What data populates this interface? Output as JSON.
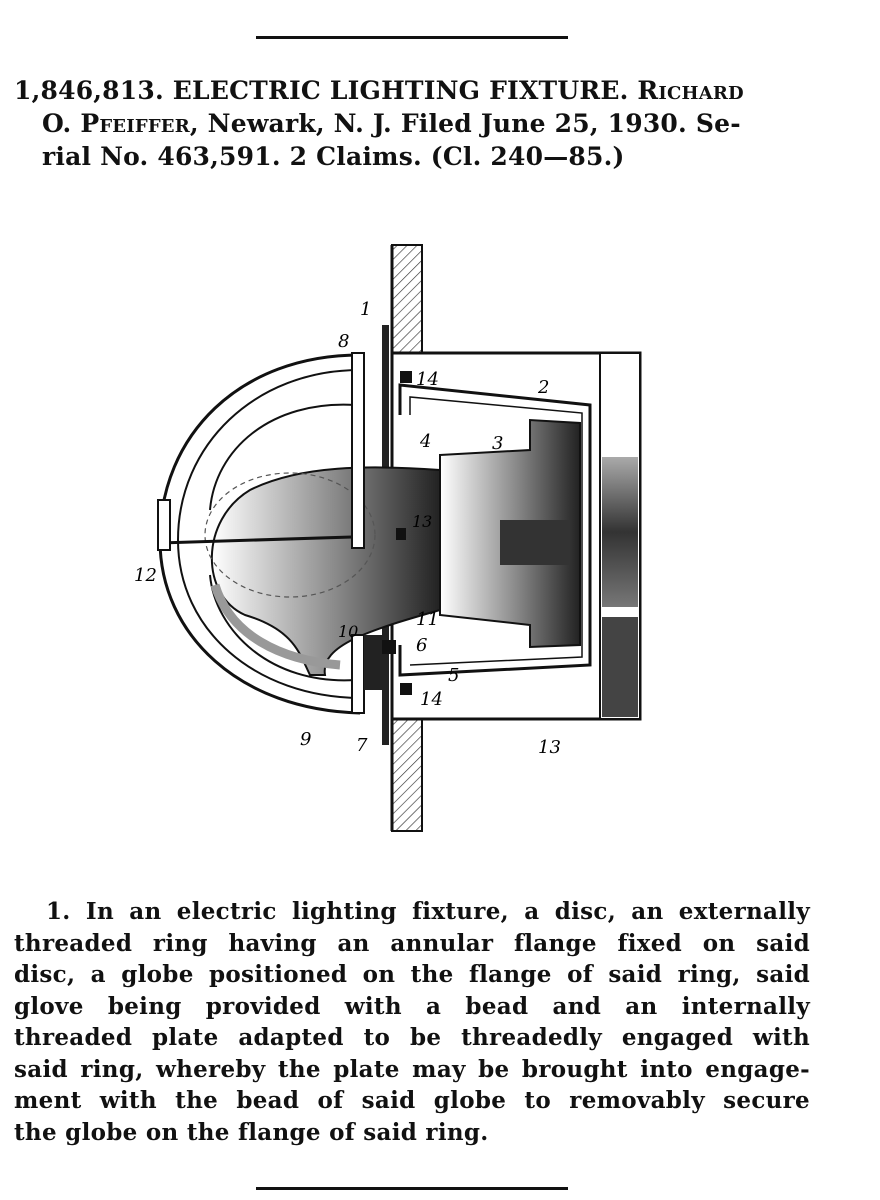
{
  "header": {
    "number": "1,846,813.",
    "title": "ELECTRIC LIGHTING FIXTURE.",
    "inventor_first": "Richard",
    "inventor_rest": "O. Pfeiffer",
    "location": ", Newark, N. J.",
    "filed": "Filed June 25, 1930.",
    "serial_part1": "Se-",
    "serial_part2": "rial No. 463,591.",
    "claims": "2 Claims.",
    "classification": "(Cl. 240—85.)"
  },
  "figure": {
    "labels": [
      "1",
      "8",
      "14",
      "2",
      "4",
      "3",
      "13",
      "12",
      "11",
      "10",
      "6",
      "5",
      "14",
      "9",
      "7",
      "13"
    ]
  },
  "claim": {
    "lines": [
      "1. In an electric lighting fixture, a disc, an externally",
      "threaded ring having an annular flange fixed on said",
      "disc, a globe positioned on the flange of said ring, said",
      "glove being provided with a bead and an internally",
      "threaded plate adapted to be threadedly engaged with",
      "said ring, whereby the plate may be brought into engage-",
      "ment with the bead of said globe to removably secure",
      "the globe on the flange of said ring."
    ]
  }
}
